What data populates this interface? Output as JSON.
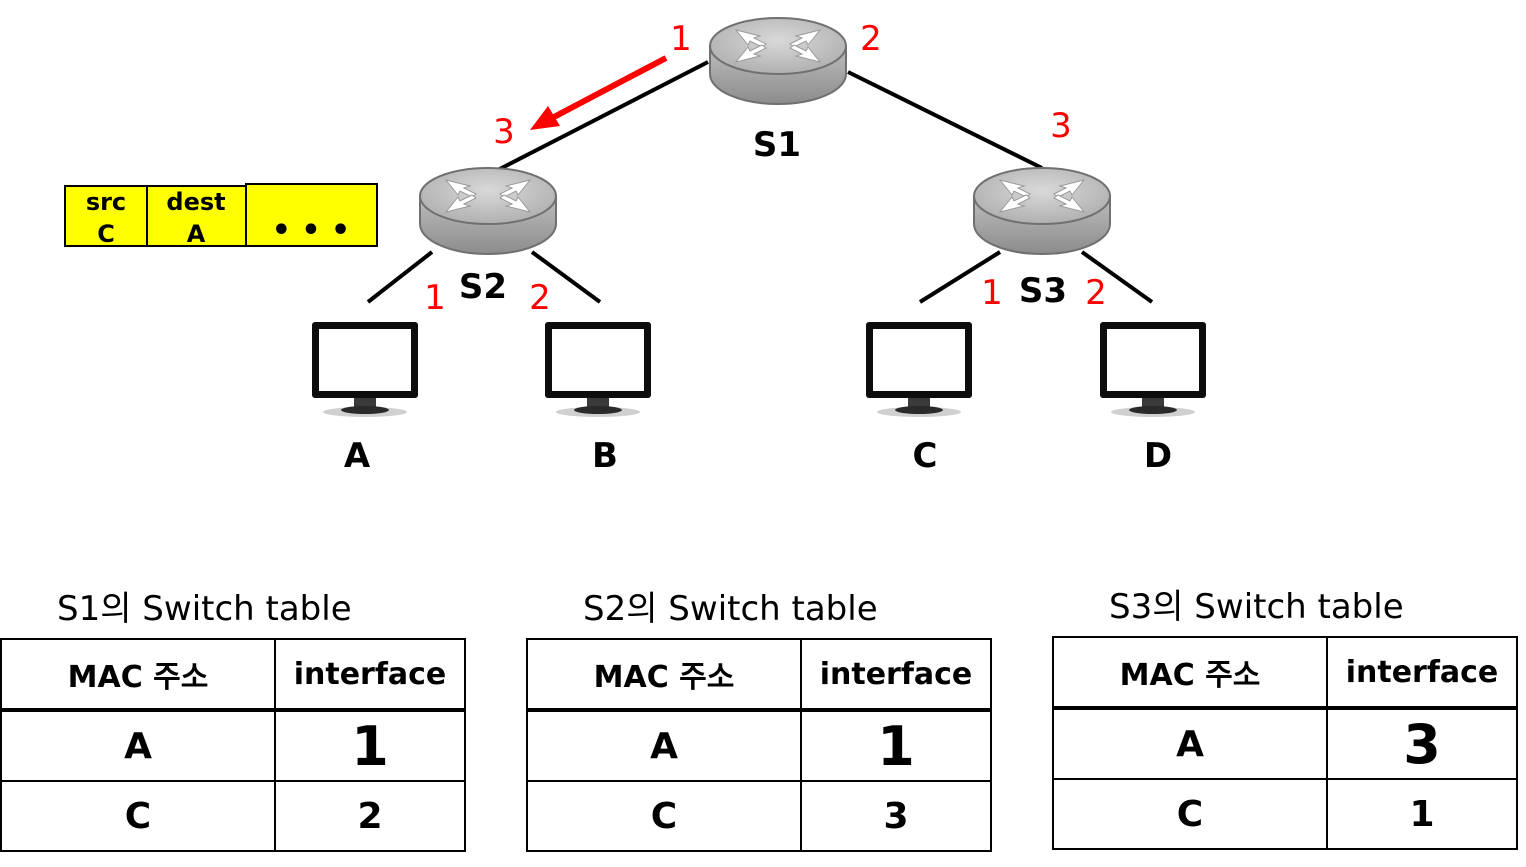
{
  "switches": [
    {
      "id": "S1",
      "label": "S1"
    },
    {
      "id": "S2",
      "label": "S2"
    },
    {
      "id": "S3",
      "label": "S3"
    }
  ],
  "hosts": [
    {
      "id": "A",
      "label": "A"
    },
    {
      "id": "B",
      "label": "B"
    },
    {
      "id": "C",
      "label": "C"
    },
    {
      "id": "D",
      "label": "D"
    }
  ],
  "ports": {
    "s1_port1": "1",
    "s1_port2": "2",
    "s2_port3": "3",
    "s3_port3": "3",
    "s2_port1": "1",
    "s2_port2": "2",
    "s3_port1": "1",
    "s3_port2": "2"
  },
  "frame": {
    "src_label": "src",
    "src_value": "C",
    "dest_label": "dest",
    "dest_value": "A",
    "payload": "• • •"
  },
  "colors": {
    "port_label": "#ff0000",
    "arrow": "#ff0000",
    "frame_fill": "#ffff00"
  },
  "tables": [
    {
      "title": "S1의 Switch table",
      "headers": [
        "MAC 주소",
        "interface"
      ],
      "rows": [
        [
          "A",
          "1"
        ],
        [
          "C",
          "2"
        ]
      ]
    },
    {
      "title": "S2의 Switch table",
      "headers": [
        "MAC 주소",
        "interface"
      ],
      "rows": [
        [
          "A",
          "1"
        ],
        [
          "C",
          "3"
        ]
      ]
    },
    {
      "title": "S3의 Switch table",
      "headers": [
        "MAC 주소",
        "interface"
      ],
      "rows": [
        [
          "A",
          "3"
        ],
        [
          "C",
          "1"
        ]
      ]
    }
  ]
}
